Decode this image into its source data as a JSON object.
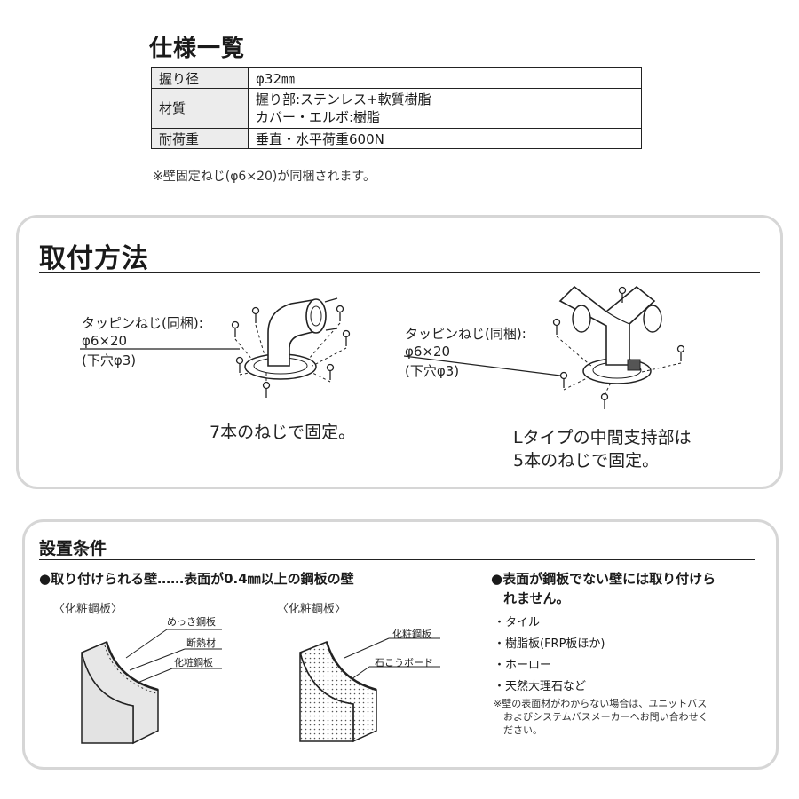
{
  "spec": {
    "title": "仕様一覧",
    "rows": [
      {
        "label": "握り径",
        "value": "φ32㎜"
      },
      {
        "label": "材質",
        "value_line1": "握り部:ステンレス+軟質樹脂",
        "value_line2": "カバー・エルボ:樹脂"
      },
      {
        "label": "耐荷重",
        "value": "垂直・水平荷重600N"
      }
    ],
    "note": "※壁固定ねじ(φ6×20)が同梱されます。"
  },
  "method": {
    "title": "取付方法",
    "left": {
      "label_line1": "タッピンねじ(同梱):",
      "label_line2": "φ6×20",
      "label_line3": "(下穴φ3)",
      "caption": "7本のねじで固定。"
    },
    "right": {
      "label_line1": "タッピンねじ(同梱):",
      "label_line2": "φ6×20",
      "label_line3": "(下穴φ3)",
      "caption_line1": "Lタイプの中間支持部は",
      "caption_line2": "5本のねじで固定。"
    }
  },
  "conditions": {
    "title": "設置条件",
    "lead": "●取り付けられる壁……表面が0.4㎜以上の鋼板の壁",
    "panel1": {
      "title": "〈化粧鋼板〉",
      "labels": [
        "めっき鋼板",
        "断熱材",
        "化粧鋼板"
      ]
    },
    "panel2": {
      "title": "〈化粧鋼板〉",
      "labels": [
        "化粧鋼板",
        "石こうボード"
      ]
    },
    "right_heading_line1": "●表面が鋼板でない壁には取り付けら",
    "right_heading_line2": "れません。",
    "items": [
      "・タイル",
      "・樹脂板(FRP板ほか)",
      "・ホーロー",
      "・天然大理石など"
    ],
    "note_line1": "※壁の表面材がわからない場合は、ユニットバス",
    "note_line2": "およびシステムバスメーカーへお問い合わせく",
    "note_line3": "ださい。"
  }
}
